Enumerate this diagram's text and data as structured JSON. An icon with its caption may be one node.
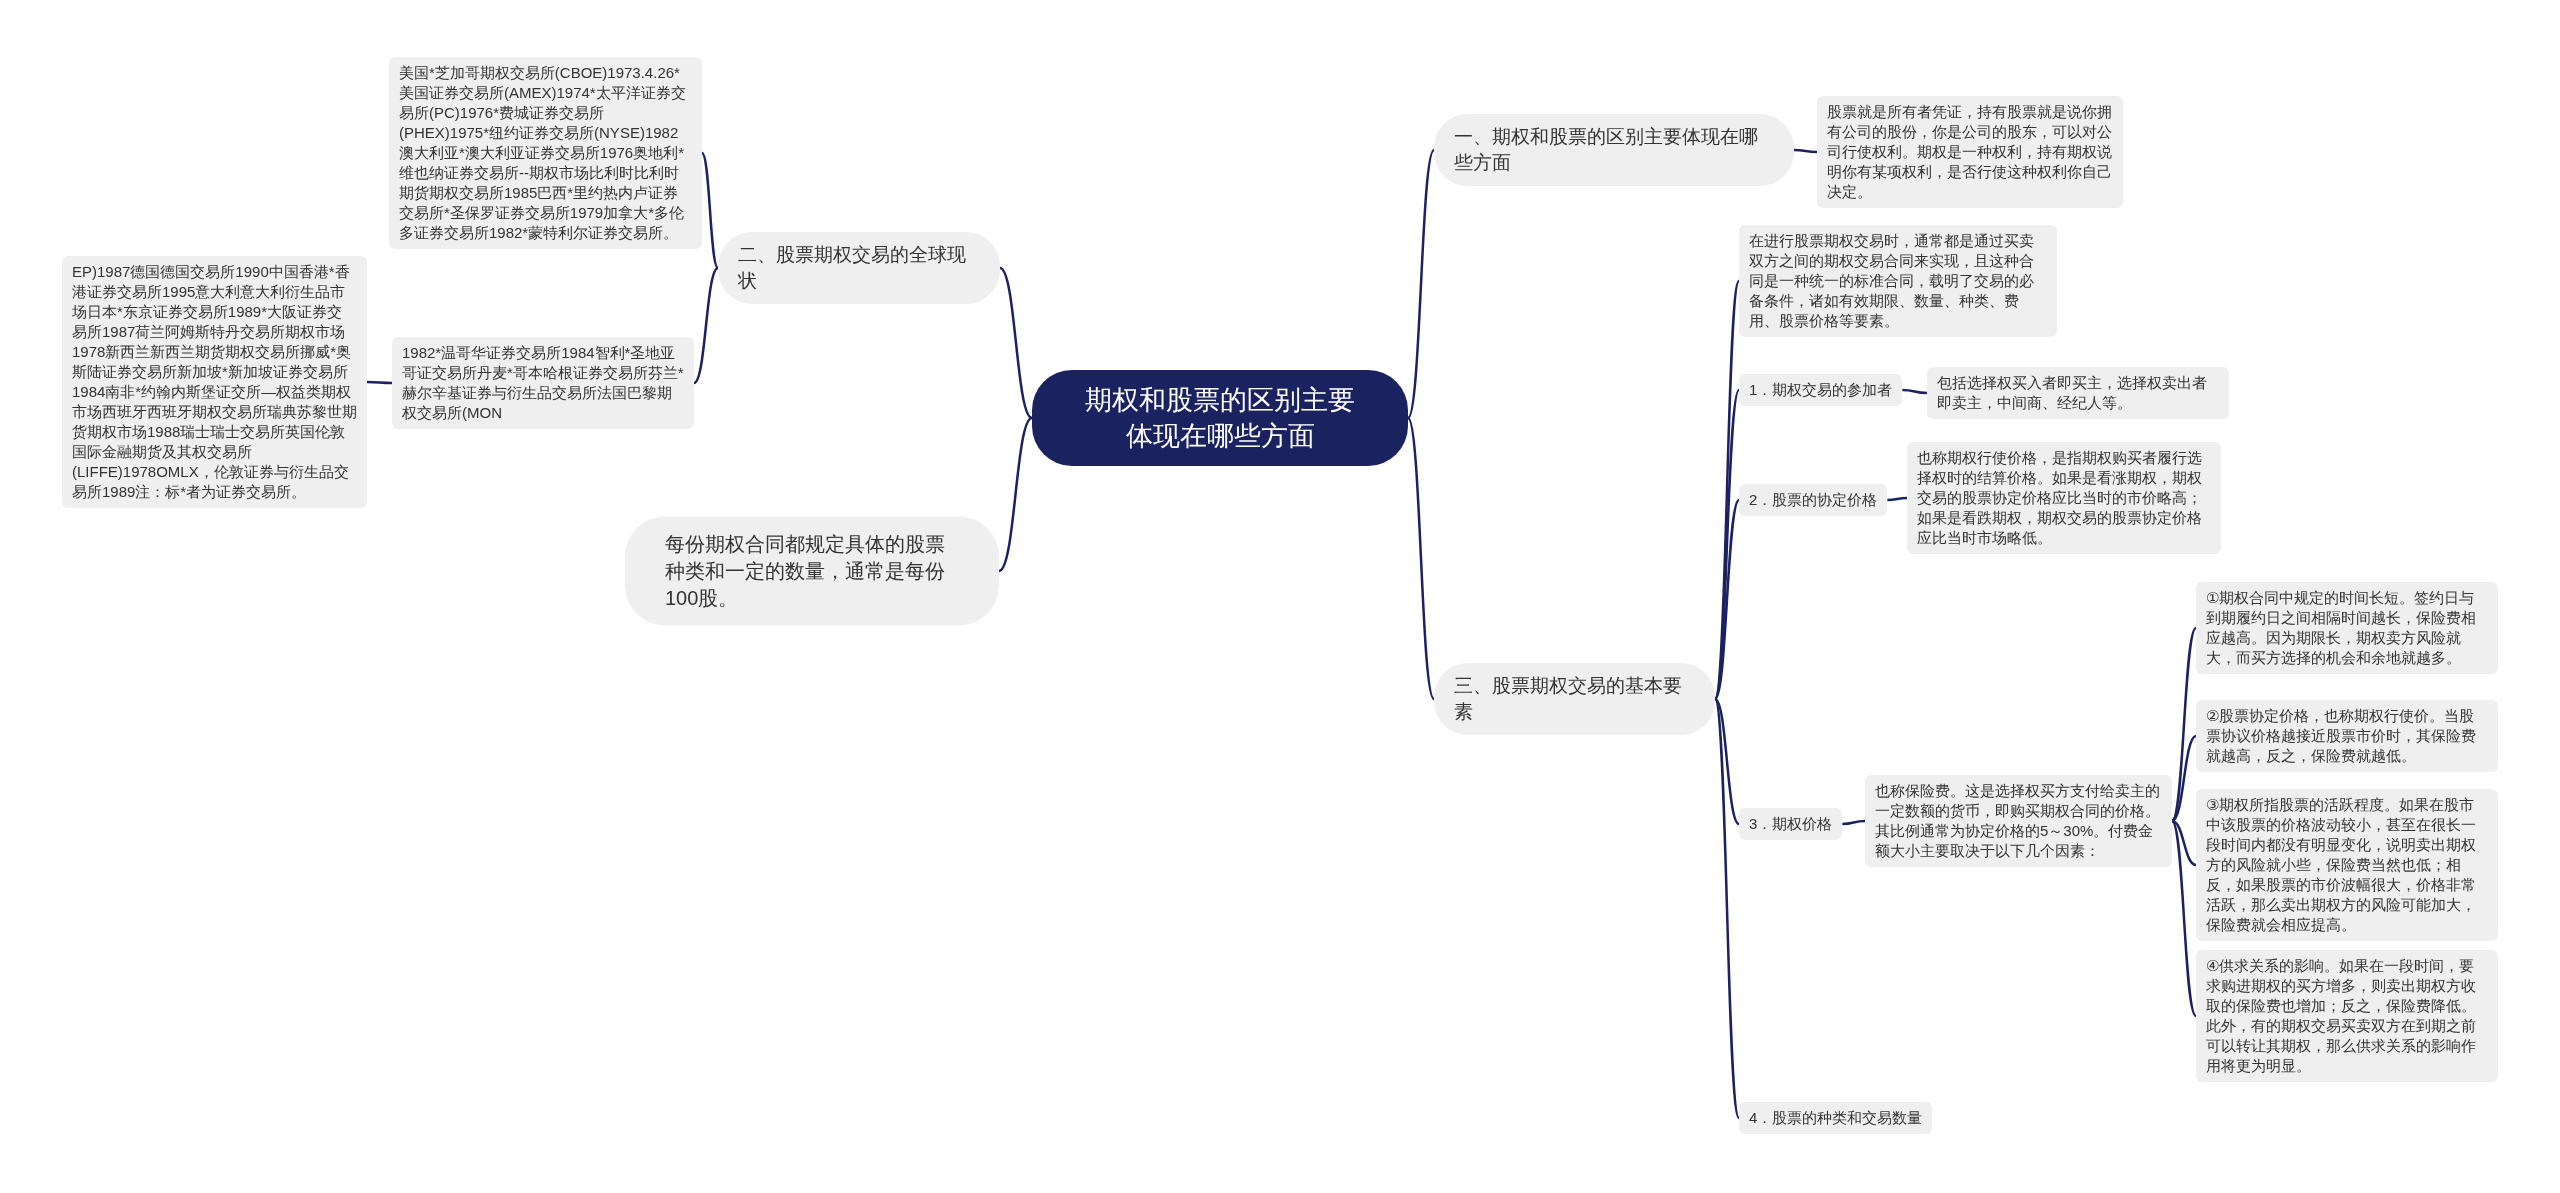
{
  "diagram": {
    "nodes": [
      {
        "text": [
          "期权和股票的区别主要体现在哪些方面"
        ]
      },
      {
        "text": [
          "一、期权和股票的区别主要体现在哪些方面"
        ]
      },
      {
        "text": [
          "股票就是所有者凭证，持有股票就是说你拥有公司的股份，你是公司的股东，可以对公司行使权利。期权是一种权利，持有期权说明你有某项权利，是否行使这种权利你自己决定。"
        ]
      },
      {
        "text": [
          "二、股票期权交易的全球现状"
        ]
      },
      {
        "text": [
          "美国*芝加哥期权交易所(CBOE)1973.4.26*美国证券交易所(AMEX)1974*太平洋证券交易所(PC)1976*费城证券交易所(PHEX)1975*纽约证券交易所(NYSE)1982澳大利亚*澳大利亚证券交易所1976奥地利*维也纳证券交易所--期权市场比利时比利时期货期权交易所1985巴西*里约热内卢证券交易所*圣保罗证券交易所1979加拿大*多伦多证券交易所1982*蒙特利尔证券交易所。"
        ]
      },
      {
        "text": [
          "EP)1987德国德国交易所1990中国香港*香港证券交易所1995意大利意大利衍生品市场日本*东京证券交易所1989*大阪证券交易所1987荷兰阿姆斯特丹交易所期权市场1978新西兰新西兰期货期权交易所挪威*奥斯陆证券交易所新加坡*新加坡证券交易所1984南非*约翰内斯堡证交所—权益类期权市场西班牙西班牙期权交易所瑞典苏黎世期货期权市场1988瑞士瑞士交易所英国伦敦国际金融期货及其权交易所(LIFFE)1978OMLX，伦敦证券与衍生品交易所1989注：标*者为证券交易所。"
        ]
      },
      {
        "text": [
          "1982*温哥华证券交易所1984智利*圣地亚哥证交易所丹麦*哥本哈根证券交易所芬兰*赫尔辛基证券与衍生品交易所法国巴黎期权交易所(MON"
        ]
      },
      {
        "text": [
          "每份期权合同都规定具体的股票种类和一定的数量，通常是每份100股。"
        ]
      },
      {
        "text": [
          "三、股票期权交易的基本要素"
        ]
      },
      {
        "text": [
          "在进行股票期权交易时，通常都是通过买卖双方之间的期权交易合同来实现，且这种合同是一种统一的标准合同，载明了交易的必备条件，诸如有效期限、数量、种类、费用、股票价格等要素。"
        ]
      },
      {
        "text": [
          "1．期权交易的参加者"
        ]
      },
      {
        "text": [
          "包括选择权买入者即买主，选择权卖出者即卖主，中间商、经纪人等。"
        ]
      },
      {
        "text": [
          "2．股票的协定价格"
        ]
      },
      {
        "text": [
          "也称期权行使价格，是指期权购买者履行选择权时的结算价格。如果是看涨期权，期权交易的股票协定价格应比当时的市价略高；如果是看跌期权，期权交易的股票协定价格应比当时市场略低。"
        ]
      },
      {
        "text": [
          "3．期权价格"
        ]
      },
      {
        "text": [
          "也称保险费。这是选择权买方支付给卖主的一定数额的货币，即购买期权合同的价格。其比例通常为协定价格的5～30%。付费金额大小主要取决于以下几个因素："
        ]
      },
      {
        "text": [
          "①期权合同中规定的时间长短。签约日与到期履约日之间相隔时间越长，保险费相应越高。因为期限长，期权卖方风险就大，而买方选择的机会和余地就越多。"
        ]
      },
      {
        "text": [
          "②股票协定价格，也称期权行使价。当股票协议价格越接近股票市价时，其保险费就越高，反之，保险费就越低。"
        ]
      },
      {
        "text": [
          "③期权所指股票的活跃程度。如果在股市中该股票的价格波动较小，甚至在很长一段时间内都没有明显变化，说明卖出期权方的风险就小些，保险费当然也低；相反，如果股票的市价波幅很大，价格非常活跃，那么卖出期权方的风险可能加大，保险费就会相应提高。"
        ]
      },
      {
        "text": [
          "④供求关系的影响。如果在一段时间，要求购进期权的买方增多，则卖出期权方收取的保险费也增加；反之，保险费降低。此外，有的期权交易买卖双方在到期之前可以转让其期权，那么供求关系的影响作用将更为明显。"
        ]
      },
      {
        "text": [
          "4．股票的种类和交易数量"
        ]
      }
    ],
    "edges": [
      {
        "from": 0,
        "to": 1,
        "arrow": "none"
      },
      {
        "from": 0,
        "to": 3,
        "arrow": "none"
      },
      {
        "from": 0,
        "to": 7,
        "arrow": "none"
      },
      {
        "from": 0,
        "to": 8,
        "arrow": "none"
      },
      {
        "from": 1,
        "to": 2,
        "arrow": "none"
      },
      {
        "from": 3,
        "to": 4,
        "arrow": "none"
      },
      {
        "from": 3,
        "to": 6,
        "arrow": "none"
      },
      {
        "from": 6,
        "to": 5,
        "arrow": "none"
      },
      {
        "from": 8,
        "to": 9,
        "arrow": "none"
      },
      {
        "from": 8,
        "to": 10,
        "arrow": "none"
      },
      {
        "from": 8,
        "to": 12,
        "arrow": "none"
      },
      {
        "from": 8,
        "to": 14,
        "arrow": "none"
      },
      {
        "from": 8,
        "to": 20,
        "arrow": "none"
      },
      {
        "from": 10,
        "to": 11,
        "arrow": "none"
      },
      {
        "from": 12,
        "to": 13,
        "arrow": "none"
      },
      {
        "from": 14,
        "to": 15,
        "arrow": "none"
      },
      {
        "from": 15,
        "to": 16,
        "arrow": "none"
      },
      {
        "from": 15,
        "to": 17,
        "arrow": "none"
      },
      {
        "from": 15,
        "to": 18,
        "arrow": "none"
      },
      {
        "from": 15,
        "to": 19,
        "arrow": "none"
      }
    ]
  }
}
